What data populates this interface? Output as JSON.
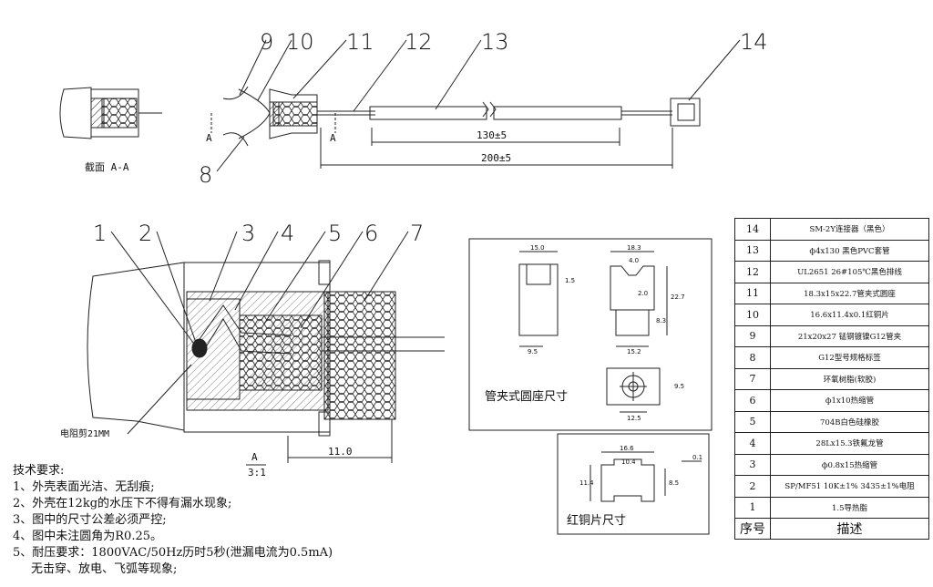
{
  "callouts_top": [
    "9",
    "10",
    "11",
    "12",
    "13",
    "14",
    "8"
  ],
  "callouts_mid": [
    "1",
    "2",
    "3",
    "4",
    "5",
    "6",
    "7"
  ],
  "section_label": "截面 A-A",
  "section_marks": [
    "A",
    "A"
  ],
  "dims_top": {
    "d130": "130±5",
    "d200": "200±5"
  },
  "detail": {
    "resistor_label": "电阻剪21MM",
    "dim_11": "11.0",
    "scale_letter": "A",
    "scale_ratio": "3:1"
  },
  "clamp_box": {
    "title": "管夹式圆座尺寸",
    "dims": [
      "15.0",
      "1.5",
      "9.5",
      "18.3",
      "4.0",
      "2.0",
      "22.7",
      "8.3",
      "15.2",
      "9.5",
      "12.5"
    ]
  },
  "copper_box": {
    "title": "红铜片尺寸",
    "dims": [
      "16.6",
      "10.4",
      "0.1",
      "11.4",
      "8.5"
    ]
  },
  "requirements": {
    "title": "技术要求:",
    "items": [
      "1、外壳表面光洁、无刮痕;",
      "2、外壳在12kg的水压下不得有漏水现象;",
      "3、图中的尺寸公差必须严控;",
      "4、图中未注圆角为R0.25。",
      "5、耐压要求：1800VAC/50Hz历时5秒(泄漏电流为0.5mA)",
      "无击穿、放电、飞弧等现象;"
    ]
  },
  "bom": {
    "header": {
      "no": "序号",
      "desc": "描述"
    },
    "rows": [
      {
        "no": "14",
        "desc": "SM-2Y连接器（黑色）"
      },
      {
        "no": "13",
        "desc": "ф4x130 黑色PVC套管"
      },
      {
        "no": "12",
        "desc": "UL2651 26#105℃黑色排线"
      },
      {
        "no": "11",
        "desc": "18.3x15x22.7管夹式圆座"
      },
      {
        "no": "10",
        "desc": "16.6x11.4x0.1红铜片"
      },
      {
        "no": "9",
        "desc": "21x20x27 锰钢镀镍G12管夹"
      },
      {
        "no": "8",
        "desc": "G12型号规格标签"
      },
      {
        "no": "7",
        "desc": "环氧树脂(软胶)"
      },
      {
        "no": "6",
        "desc": "ф1x10热缩管"
      },
      {
        "no": "5",
        "desc": "704B白色硅橡胶"
      },
      {
        "no": "4",
        "desc": "28Lx15.3铁氟龙管"
      },
      {
        "no": "3",
        "desc": "ф0.8x15热缩管"
      },
      {
        "no": "2",
        "desc": "SP/MF51 10K±1% 3435±1%电阻"
      },
      {
        "no": "1",
        "desc": "1.5导热脂"
      }
    ]
  }
}
